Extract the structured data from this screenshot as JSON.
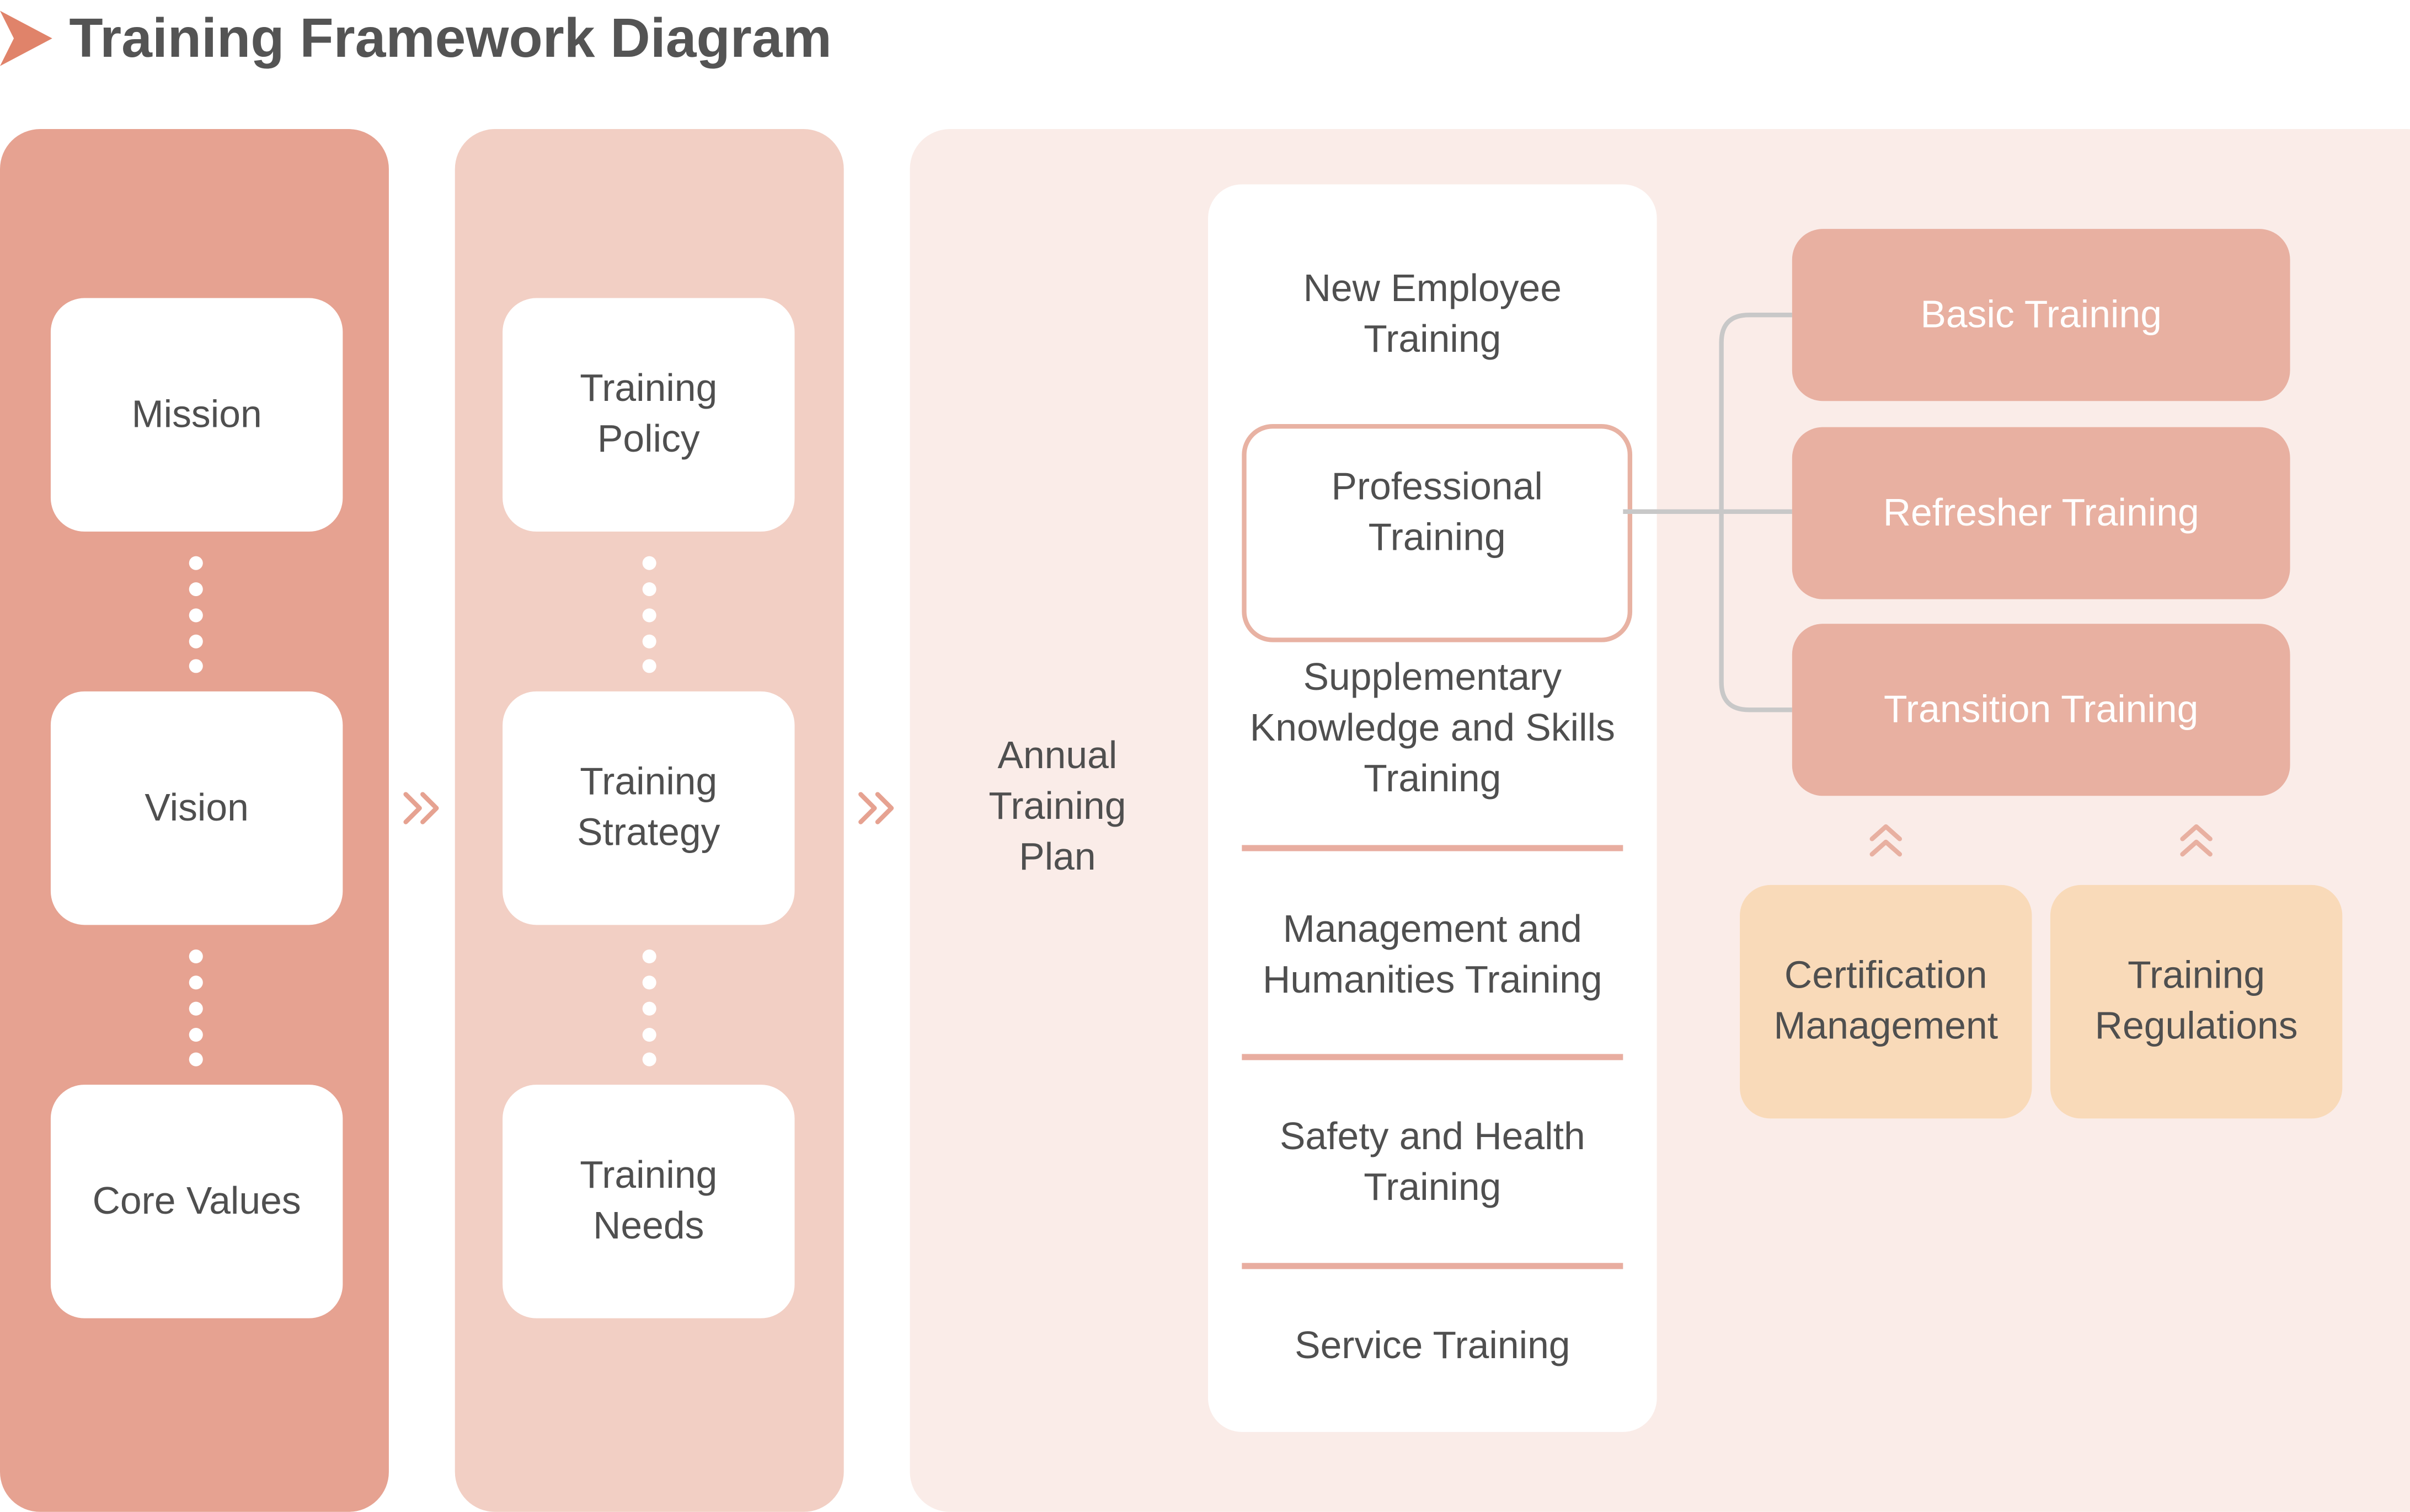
{
  "title": "Training Framework Diagram",
  "colors": {
    "title_arrow": "#e0836a",
    "column_1": "#e6a291",
    "column_2": "#f2cfc4",
    "column_3": "#faece8",
    "subtype_box": "#e8b0a1",
    "support_box": "#f9dab9",
    "connector": "#c8c8c8",
    "divider": "#e8ada0"
  },
  "column_1": {
    "items": [
      "Mission",
      "Vision",
      "Core Values"
    ]
  },
  "column_2": {
    "items": [
      "Training\nPolicy",
      "Training\nStrategy",
      "Training\nNeeds"
    ]
  },
  "column_3": {
    "label": "Annual\nTraining\nPlan",
    "plan_items": [
      "New Employee\nTraining",
      "Professional\nTraining",
      "Supplementary\nKnowledge and Skills\nTraining",
      "Management and\nHumanities Training",
      "Safety and Health\nTraining",
      "Service Training"
    ],
    "highlighted_item": "Professional\nTraining",
    "professional_training_types": [
      "Basic Training",
      "Refresher Training",
      "Transition Training"
    ],
    "supports": [
      "Certification\nManagement",
      "Training\nRegulations"
    ]
  },
  "icons": {
    "title": "arrow-right-icon",
    "flow": "double-chevron-right-icon",
    "support": "double-chevron-up-icon"
  }
}
